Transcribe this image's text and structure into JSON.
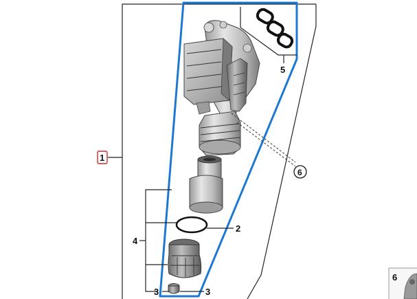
{
  "callouts": {
    "c1": "1",
    "c2": "2",
    "c3a": "3",
    "c3b": "3",
    "c4": "4",
    "c5": "5",
    "c6": "6",
    "c6_inset": "6"
  },
  "colors": {
    "highlight_outline": "#1e78d2",
    "selected_callout_border": "#d42a2a",
    "part_gray": "#b8b8b8",
    "line": "#222222"
  },
  "icons": {
    "housing": "oil-filter-housing-drawing",
    "gaskets": "gasket-set-drawing",
    "filter": "filter-element-drawing",
    "oring": "o-ring-drawing",
    "cap": "filter-cap-drawing",
    "plug": "drain-plug-drawing"
  }
}
